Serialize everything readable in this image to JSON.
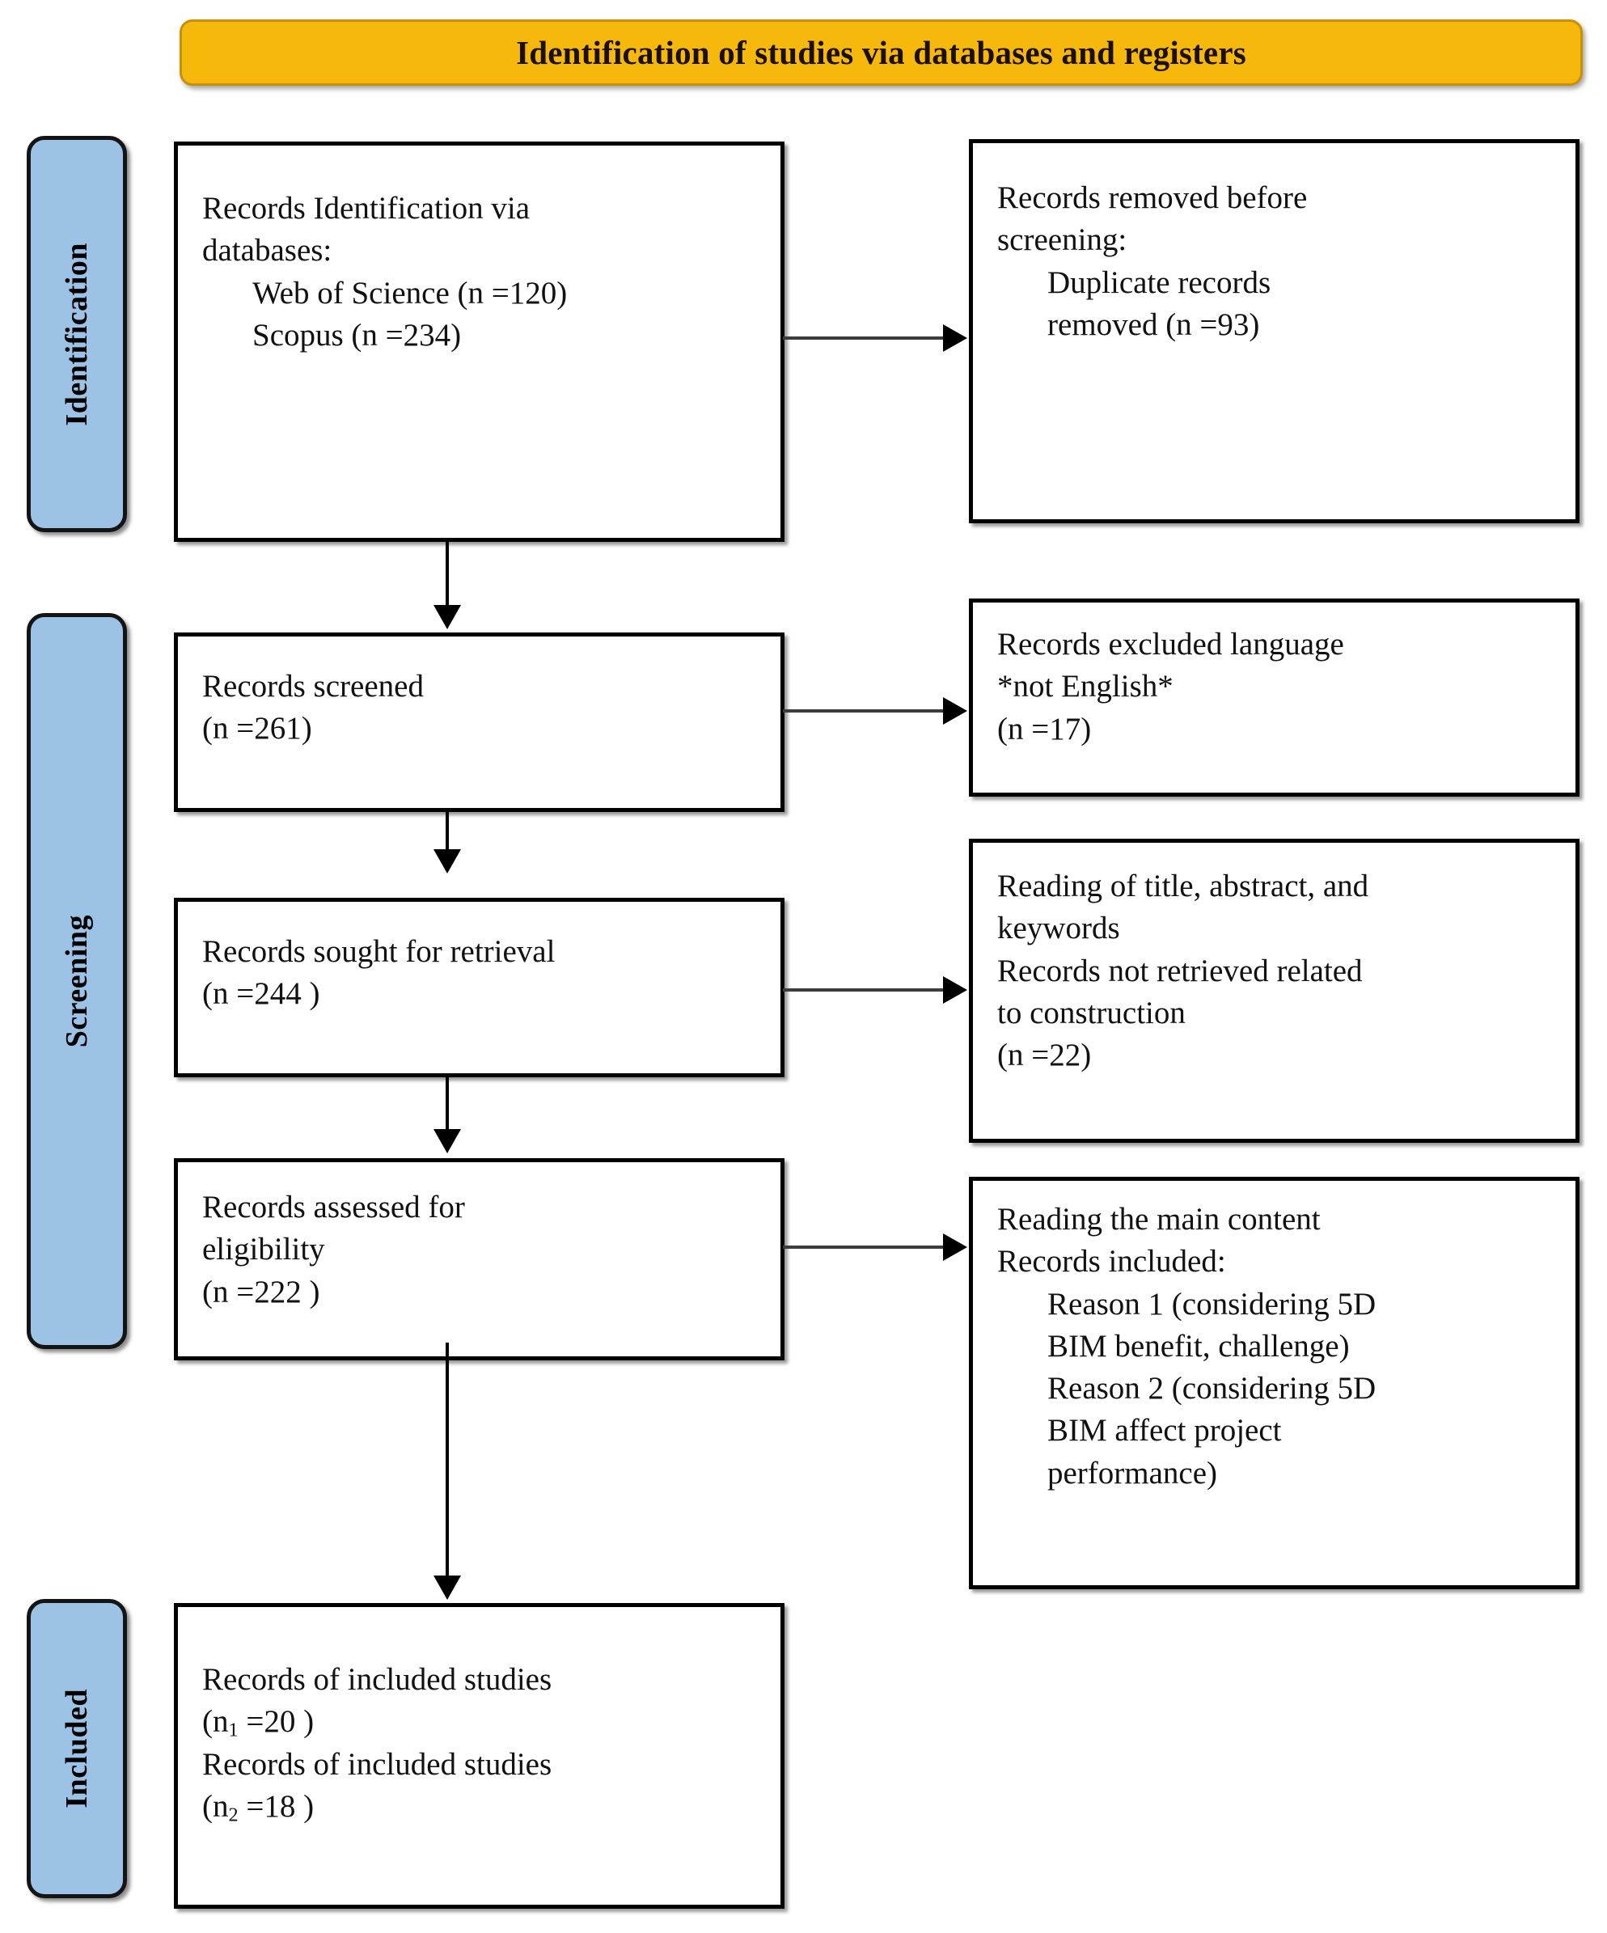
{
  "banner": {
    "title": "Identification of studies via databases and registers",
    "color": "#F7B80C",
    "border_color": "#C99007"
  },
  "stages": [
    {
      "id": "identification",
      "label": "Identification",
      "color": "#9CC3E5"
    },
    {
      "id": "screening",
      "label": "Screening",
      "color": "#9CC3E5"
    },
    {
      "id": "included",
      "label": "Included",
      "color": "#9CC3E5"
    }
  ],
  "boxes": {
    "identification": {
      "line1": "Records Identification via",
      "line2": "databases:",
      "line3": "Web of Science (n =120)",
      "line4": "Scopus (n =234)"
    },
    "removed": {
      "line1": "Records removed before",
      "line2": "screening:",
      "line3": "Duplicate records",
      "line4": "removed (n =93)"
    },
    "screened": {
      "line1": "Records screened",
      "line2": "(n =261)"
    },
    "excluded_language": {
      "line1": "Records excluded language",
      "line2": "*not English*",
      "line3": "(n =17)"
    },
    "sought": {
      "line1": "Records sought for retrieval",
      "line2": "(n =244 )"
    },
    "not_retrieved": {
      "line1": "Reading of title, abstract, and",
      "line2": "keywords",
      "line3": "Records not retrieved related",
      "line4": "to construction",
      "line5": "(n =22)"
    },
    "assessed": {
      "line1": "Records assessed for",
      "line2": "eligibility",
      "line3": "(n =222 )"
    },
    "main_content": {
      "line1": "Reading the main content",
      "line2": "Records included:",
      "line3": "Reason 1 (considering 5D",
      "line4": "BIM benefit, challenge)",
      "line5": "Reason 2 (considering 5D",
      "line6": "BIM affect project",
      "line7": "performance)"
    },
    "included": {
      "line1": "Records of included studies",
      "line2_prefix": "(n",
      "line2_sub": "1",
      "line2_suffix": " =20 )",
      "line3": "Records of included studies",
      "line4_prefix": "(n",
      "line4_sub": "2",
      "line4_suffix": " =18 )"
    }
  },
  "chart_data": {
    "type": "diagram",
    "title": "Identification of studies via databases and registers",
    "diagram_kind": "PRISMA flow diagram",
    "stages": [
      "Identification",
      "Screening",
      "Included"
    ],
    "nodes": [
      {
        "id": "identification",
        "stage": "Identification",
        "column": "left",
        "text": "Records Identification via databases: Web of Science (n =120) Scopus (n =234)",
        "counts": {
          "Web of Science": 120,
          "Scopus": 234
        }
      },
      {
        "id": "removed",
        "stage": "Identification",
        "column": "right",
        "text": "Records removed before screening: Duplicate records removed (n =93)",
        "counts": {
          "Duplicate records removed": 93
        }
      },
      {
        "id": "screened",
        "stage": "Screening",
        "column": "left",
        "text": "Records screened (n =261)",
        "counts": {
          "n": 261
        }
      },
      {
        "id": "excluded_language",
        "stage": "Screening",
        "column": "right",
        "text": "Records excluded language *not English* (n =17)",
        "counts": {
          "n": 17
        }
      },
      {
        "id": "sought",
        "stage": "Screening",
        "column": "left",
        "text": "Records sought for retrieval (n =244 )",
        "counts": {
          "n": 244
        }
      },
      {
        "id": "not_retrieved",
        "stage": "Screening",
        "column": "right",
        "text": "Reading of title, abstract, and keywords Records not retrieved related to construction (n =22)",
        "counts": {
          "n": 22
        }
      },
      {
        "id": "assessed",
        "stage": "Screening",
        "column": "left",
        "text": "Records assessed for eligibility (n =222 )",
        "counts": {
          "n": 222
        }
      },
      {
        "id": "main_content",
        "stage": "Screening",
        "column": "right",
        "text": "Reading the main content Records included: Reason 1 (considering 5D BIM benefit, challenge) Reason 2 (considering 5D BIM affect project performance)",
        "counts": {}
      },
      {
        "id": "included",
        "stage": "Included",
        "column": "left",
        "text": "Records of included studies (n1 =20 ) Records of included studies (n2 =18 )",
        "counts": {
          "n1": 20,
          "n2": 18
        }
      }
    ],
    "edges": [
      {
        "from": "identification",
        "to": "removed",
        "direction": "right"
      },
      {
        "from": "identification",
        "to": "screened",
        "direction": "down"
      },
      {
        "from": "screened",
        "to": "excluded_language",
        "direction": "right"
      },
      {
        "from": "screened",
        "to": "sought",
        "direction": "down"
      },
      {
        "from": "sought",
        "to": "not_retrieved",
        "direction": "right"
      },
      {
        "from": "sought",
        "to": "assessed",
        "direction": "down"
      },
      {
        "from": "assessed",
        "to": "main_content",
        "direction": "right"
      },
      {
        "from": "assessed",
        "to": "included",
        "direction": "down"
      }
    ]
  }
}
